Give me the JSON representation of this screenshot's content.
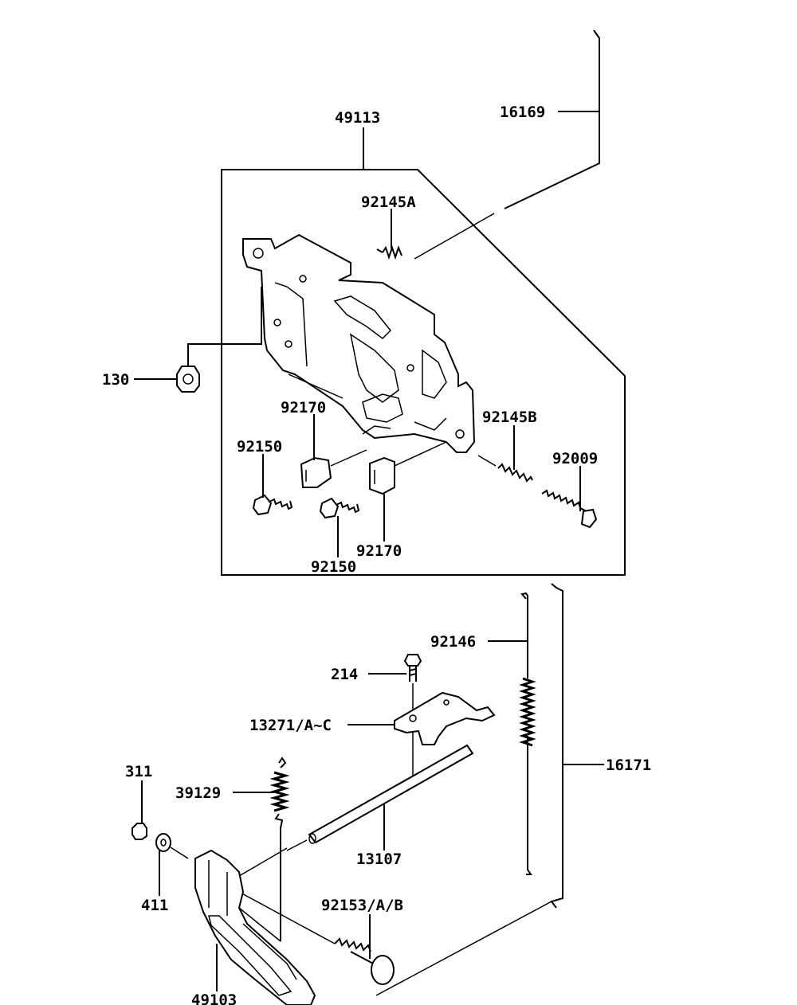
{
  "labels": {
    "p16169": "16169",
    "p49113": "49113",
    "p92145A": "92145A",
    "p130": "130",
    "p92170_top": "92170",
    "p92145B": "92145B",
    "p92150_left": "92150",
    "p92009": "92009",
    "p92170_bottom": "92170",
    "p92150_bottom": "92150",
    "p92146": "92146",
    "p214": "214",
    "p13271": "13271/A~C",
    "p16171": "16171",
    "p311": "311",
    "p39129": "39129",
    "p13107": "13107",
    "p411": "411",
    "p92153": "92153/A/B",
    "p49103": "49103"
  }
}
